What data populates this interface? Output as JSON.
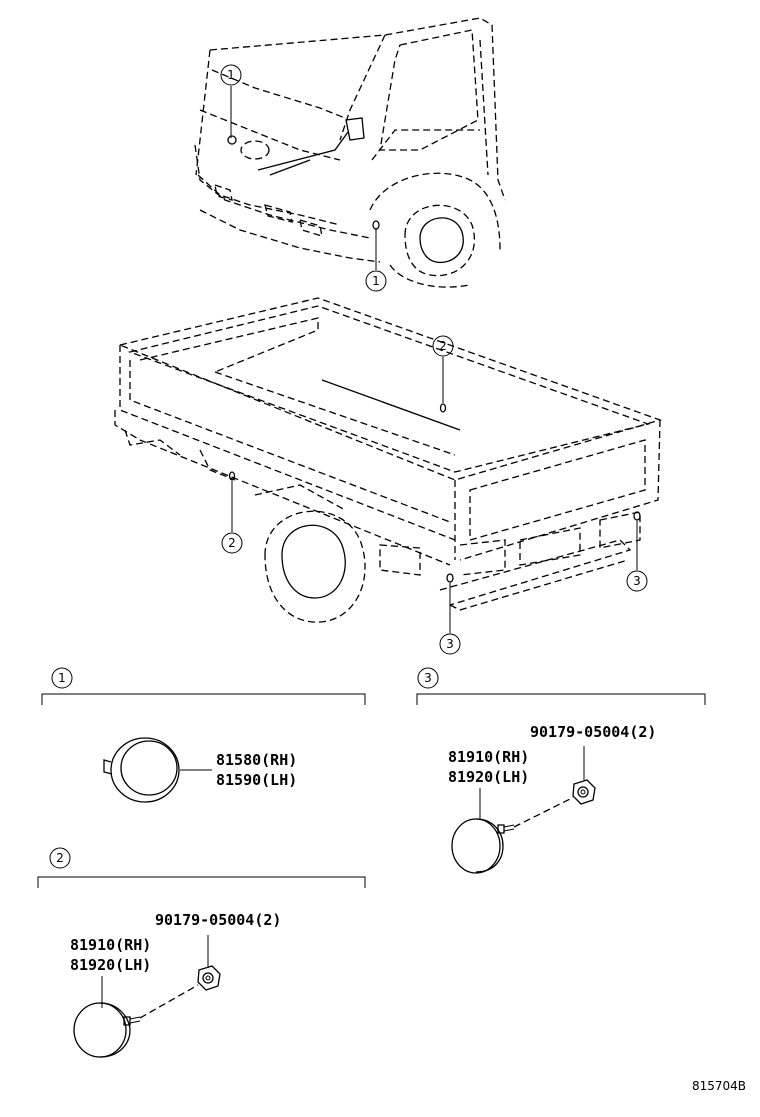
{
  "callouts": {
    "one": "1",
    "two": "2",
    "three": "3"
  },
  "section1": {
    "marker": "1",
    "part_rh": "81580(RH)",
    "part_lh": "81590(LH)"
  },
  "section2": {
    "marker": "2",
    "bolt_part": "90179-05004(2)",
    "part_rh": "81910(RH)",
    "part_lh": "81920(LH)"
  },
  "section3": {
    "marker": "3",
    "bolt_part": "90179-05004(2)",
    "part_rh": "81910(RH)",
    "part_lh": "81920(LH)"
  },
  "diagram_code": "815704B"
}
